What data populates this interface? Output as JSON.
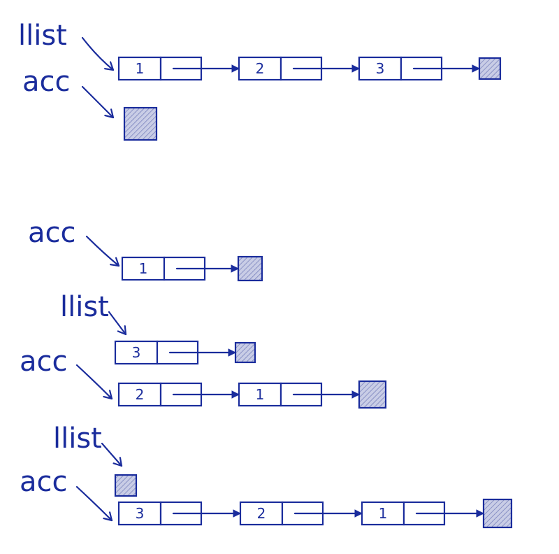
{
  "colors": {
    "ink": "#1a2c9c",
    "hatch_fill": "#c9cde6",
    "background": "#ffffff"
  },
  "diagram": {
    "labels": {
      "llist": "llist",
      "acc": "acc"
    },
    "steps": [
      {
        "llist_values": [
          "1",
          "2",
          "3"
        ],
        "acc_values": []
      },
      {
        "acc_values": [
          "1"
        ]
      },
      {
        "llist_values": [
          "3"
        ],
        "acc_values": [
          "2",
          "1"
        ]
      },
      {
        "llist_values": [],
        "acc_values": [
          "3",
          "2",
          "1"
        ]
      }
    ]
  }
}
